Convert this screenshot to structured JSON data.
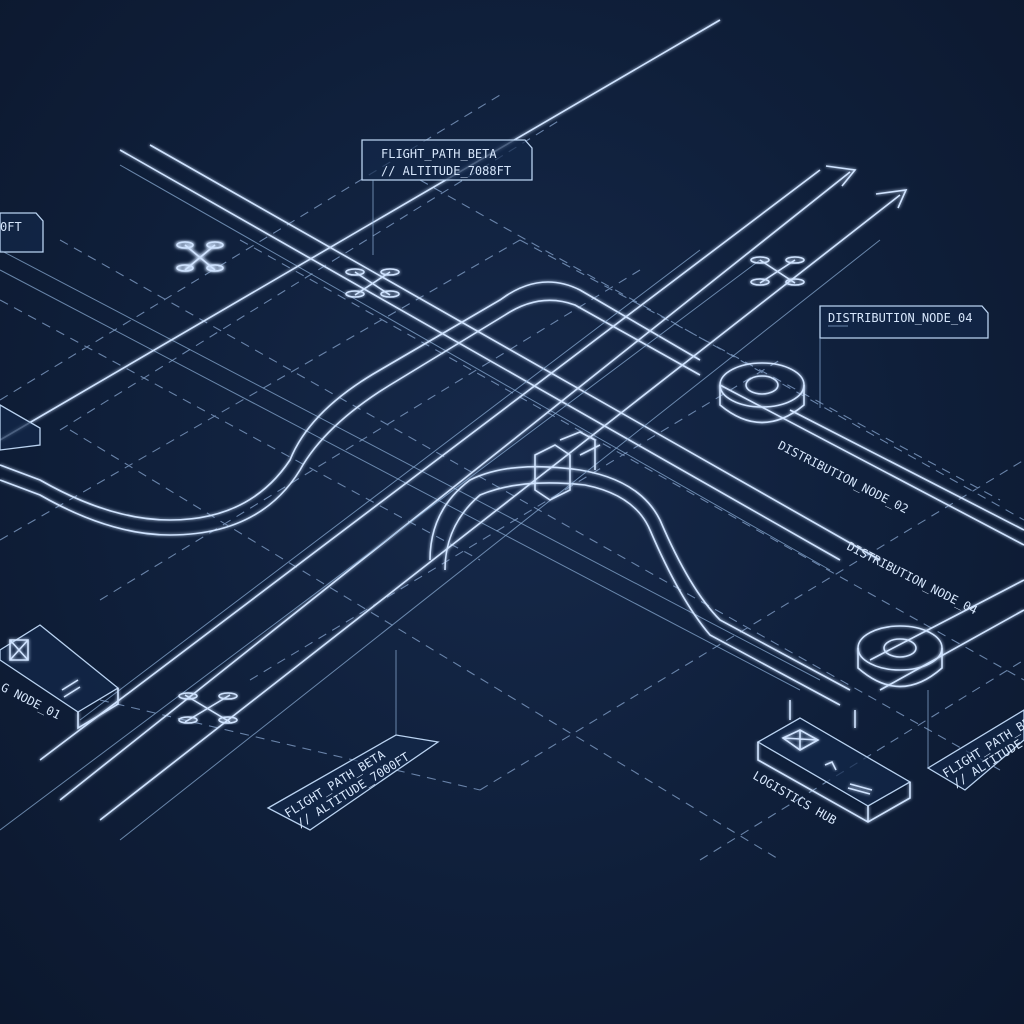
{
  "labels": {
    "top_callout_line1": "FLIGHT_PATH_BETA",
    "top_callout_line2": "// ALTITUDE_7088FT",
    "left_callout_partial": "0FT",
    "node_callout": "DISTRIBUTION_NODE_04",
    "iso_node_02": "DISTRIBUTION_NODE_02",
    "iso_node_04": "DISTRIBUTION_NODE_04",
    "left_node_partial": "G NODE_01",
    "bottom_callout_line1": "FLIGHT_PATH_BETA",
    "bottom_callout_line2": "// ALTITUDE_7000FT",
    "hub_label": "LOGISTICS HUB",
    "right_callout_line1": "FLIGHT_PATH_BE",
    "right_callout_line2": "// ALTITUDE_"
  },
  "icons": [
    "drone-icon",
    "package-icon",
    "arrow-icon",
    "ring-node-icon"
  ],
  "colors": {
    "background": "#0f1d36",
    "line": "#cfe3ff",
    "dashed": "#7f9cc4"
  }
}
